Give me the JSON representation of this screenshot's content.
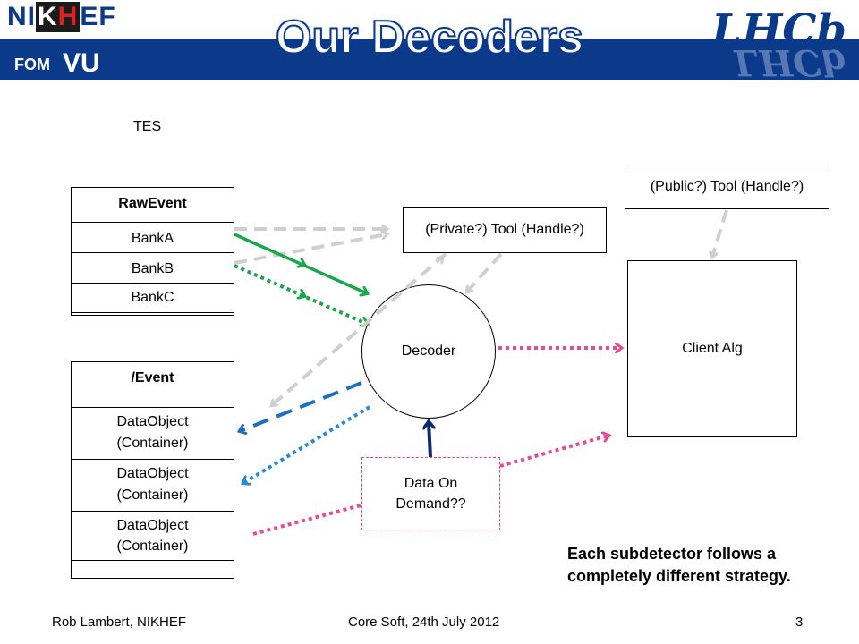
{
  "header": {
    "title": "Our Decoders",
    "logos": {
      "nikhef_prefix": "NI",
      "nikhef_k": "K",
      "nikhef_h": "H",
      "nikhef_suffix": "EF",
      "fom": "FOM",
      "vu": "VU",
      "lhcb": "LHCb"
    }
  },
  "diagram": {
    "tes_label": "TES",
    "rawevent": {
      "title": "RawEvent",
      "banks": [
        "BankA",
        "BankB",
        "BankC"
      ]
    },
    "event": {
      "title": "/Event",
      "objects": [
        "DataObject\n(Container)",
        "DataObject\n(Container)",
        "DataObject\n(Container)"
      ]
    },
    "private_tool": "(Private?) Tool (Handle?)",
    "public_tool": "(Public?) Tool (Handle?)",
    "decoder": "Decoder",
    "client_alg": "Client Alg",
    "data_on_demand": "Data On\nDemand??",
    "note_line1": "Each subdetector follows a",
    "note_line2": "completely different strategy."
  },
  "footer": {
    "author": "Rob Lambert, NIKHEF",
    "event": "Core Soft, 24th July 2012",
    "page": "3"
  },
  "colors": {
    "title_band": "#0b3a8a",
    "green": "#1aa64a",
    "grey": "#cfcfcf",
    "pink": "#e84a9a",
    "blue_dash": "#1f6fc0",
    "blue_dot": "#2a8ad8",
    "navy": "#0a2a70"
  }
}
